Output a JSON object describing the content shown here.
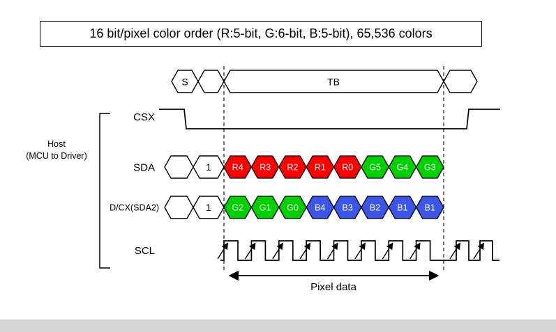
{
  "title": "16 bit/pixel color order (R:5-bit, G:6-bit, B:5-bit), 65,536 colors",
  "host_label": {
    "line1": "Host",
    "line2": "(MCU to Driver)"
  },
  "top_row": {
    "start_label": "S",
    "byte_label": "TB"
  },
  "signals": {
    "csx": "CSX",
    "sda": "SDA",
    "dcx": "D/CX(SDA2)",
    "scl": "SCL"
  },
  "sda_row": {
    "prefix_bit": "1",
    "bits": [
      {
        "label": "R4",
        "color": "red"
      },
      {
        "label": "R3",
        "color": "red"
      },
      {
        "label": "R2",
        "color": "red"
      },
      {
        "label": "R1",
        "color": "red"
      },
      {
        "label": "R0",
        "color": "red"
      },
      {
        "label": "G5",
        "color": "green"
      },
      {
        "label": "G4",
        "color": "green"
      },
      {
        "label": "G3",
        "color": "green"
      }
    ]
  },
  "dcx_row": {
    "prefix_bit": "1",
    "bits": [
      {
        "label": "G2",
        "color": "green"
      },
      {
        "label": "G1",
        "color": "green"
      },
      {
        "label": "G0",
        "color": "green"
      },
      {
        "label": "B4",
        "color": "blue"
      },
      {
        "label": "B3",
        "color": "blue"
      },
      {
        "label": "B2",
        "color": "blue"
      },
      {
        "label": "B1",
        "color": "blue"
      },
      {
        "label": "B1",
        "color": "blue"
      }
    ]
  },
  "pixel_data_label": "Pixel data",
  "colors": {
    "red": "#fe0000",
    "green": "#00d000",
    "blue": "#3a55e8"
  }
}
